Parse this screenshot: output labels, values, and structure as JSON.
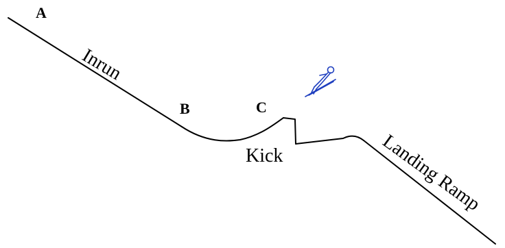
{
  "points": {
    "a": "A",
    "b": "B",
    "c": "C"
  },
  "sections": {
    "inrun": "Inrun",
    "kick": "Kick",
    "landing_ramp": "Landing Ramp"
  },
  "icons": {
    "skier": "ski-jumper-icon"
  },
  "colors": {
    "track": "#000000",
    "skier": "#1f3fbf",
    "background": "#ffffff"
  }
}
